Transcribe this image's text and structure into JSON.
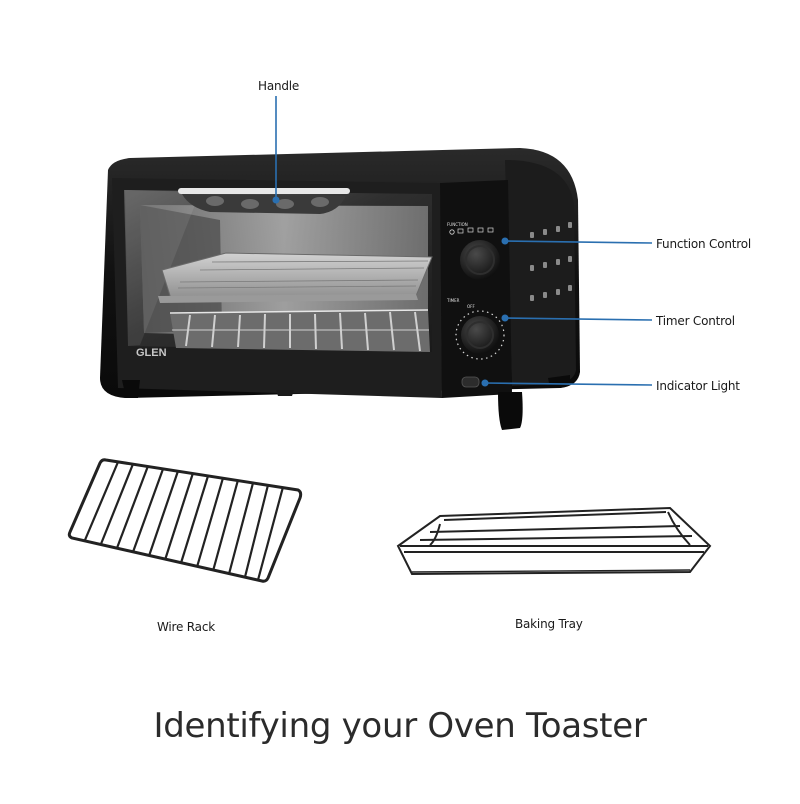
{
  "title": "Identifying your Oven Toaster",
  "brand": "GLEN",
  "callouts": {
    "handle": "Handle",
    "function_control": "Function Control",
    "timer_control": "Timer Control",
    "indicator_light": "Indicator Light"
  },
  "accessories": {
    "wire_rack": "Wire Rack",
    "baking_tray": "Baking Tray"
  },
  "panel": {
    "function_label": "FUNCTION",
    "timer_label": "TIMER",
    "off_label": "OFF"
  },
  "colors": {
    "callout_line": "#2a6fb0",
    "oven_body": "#151515",
    "background": "#ffffff"
  }
}
